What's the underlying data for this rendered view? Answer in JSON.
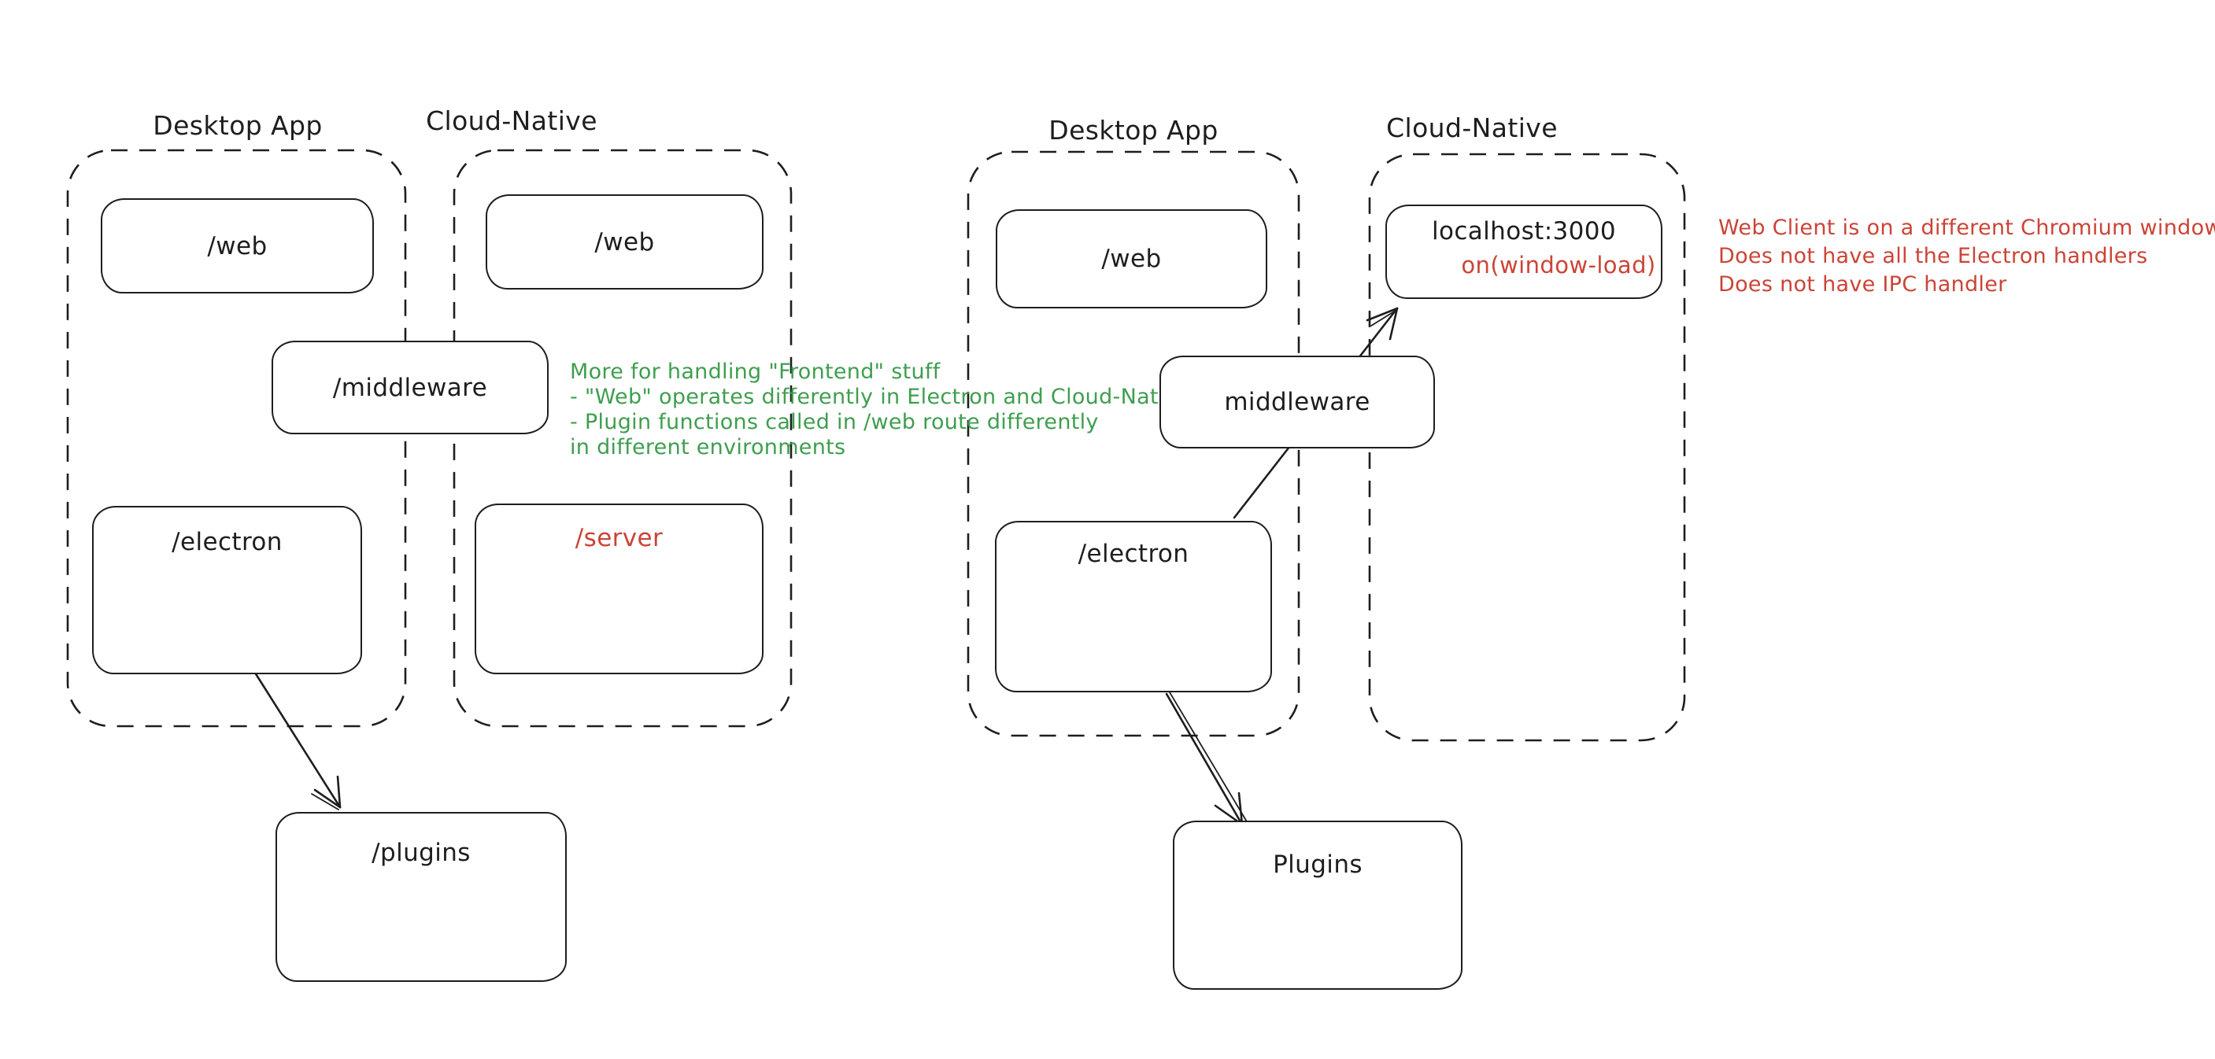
{
  "colors": {
    "stroke": "#1e1e1e",
    "green_note": "#3f9e4f",
    "red_accent": "#cb4437",
    "background": "#ffffff"
  },
  "left_diagram": {
    "desktop": {
      "title": "Desktop App",
      "web_label": "/web",
      "electron_label": "/electron"
    },
    "cloud": {
      "title": "Cloud-Native",
      "web_label": "/web",
      "server_label": "/server"
    },
    "middleware_label": "/middleware",
    "plugins_label": "/plugins",
    "note_lines": [
      "More for handling \"Frontend\" stuff",
      "- \"Web\" operates differently in Electron and Cloud-Native",
      "- Plugin functions called in /web route differently",
      "in different environments"
    ]
  },
  "right_diagram": {
    "desktop": {
      "title": "Desktop App",
      "web_label": "/web",
      "electron_label": "/electron"
    },
    "cloud": {
      "title": "Cloud-Native",
      "localhost_label": "localhost:3000",
      "localhost_event_label": "on(window-load)"
    },
    "middleware_label": "middleware",
    "plugins_label": "Plugins",
    "note_lines": [
      "Web Client is on a different Chromium window",
      "Does not have all the Electron handlers",
      "Does not have IPC handler"
    ]
  }
}
